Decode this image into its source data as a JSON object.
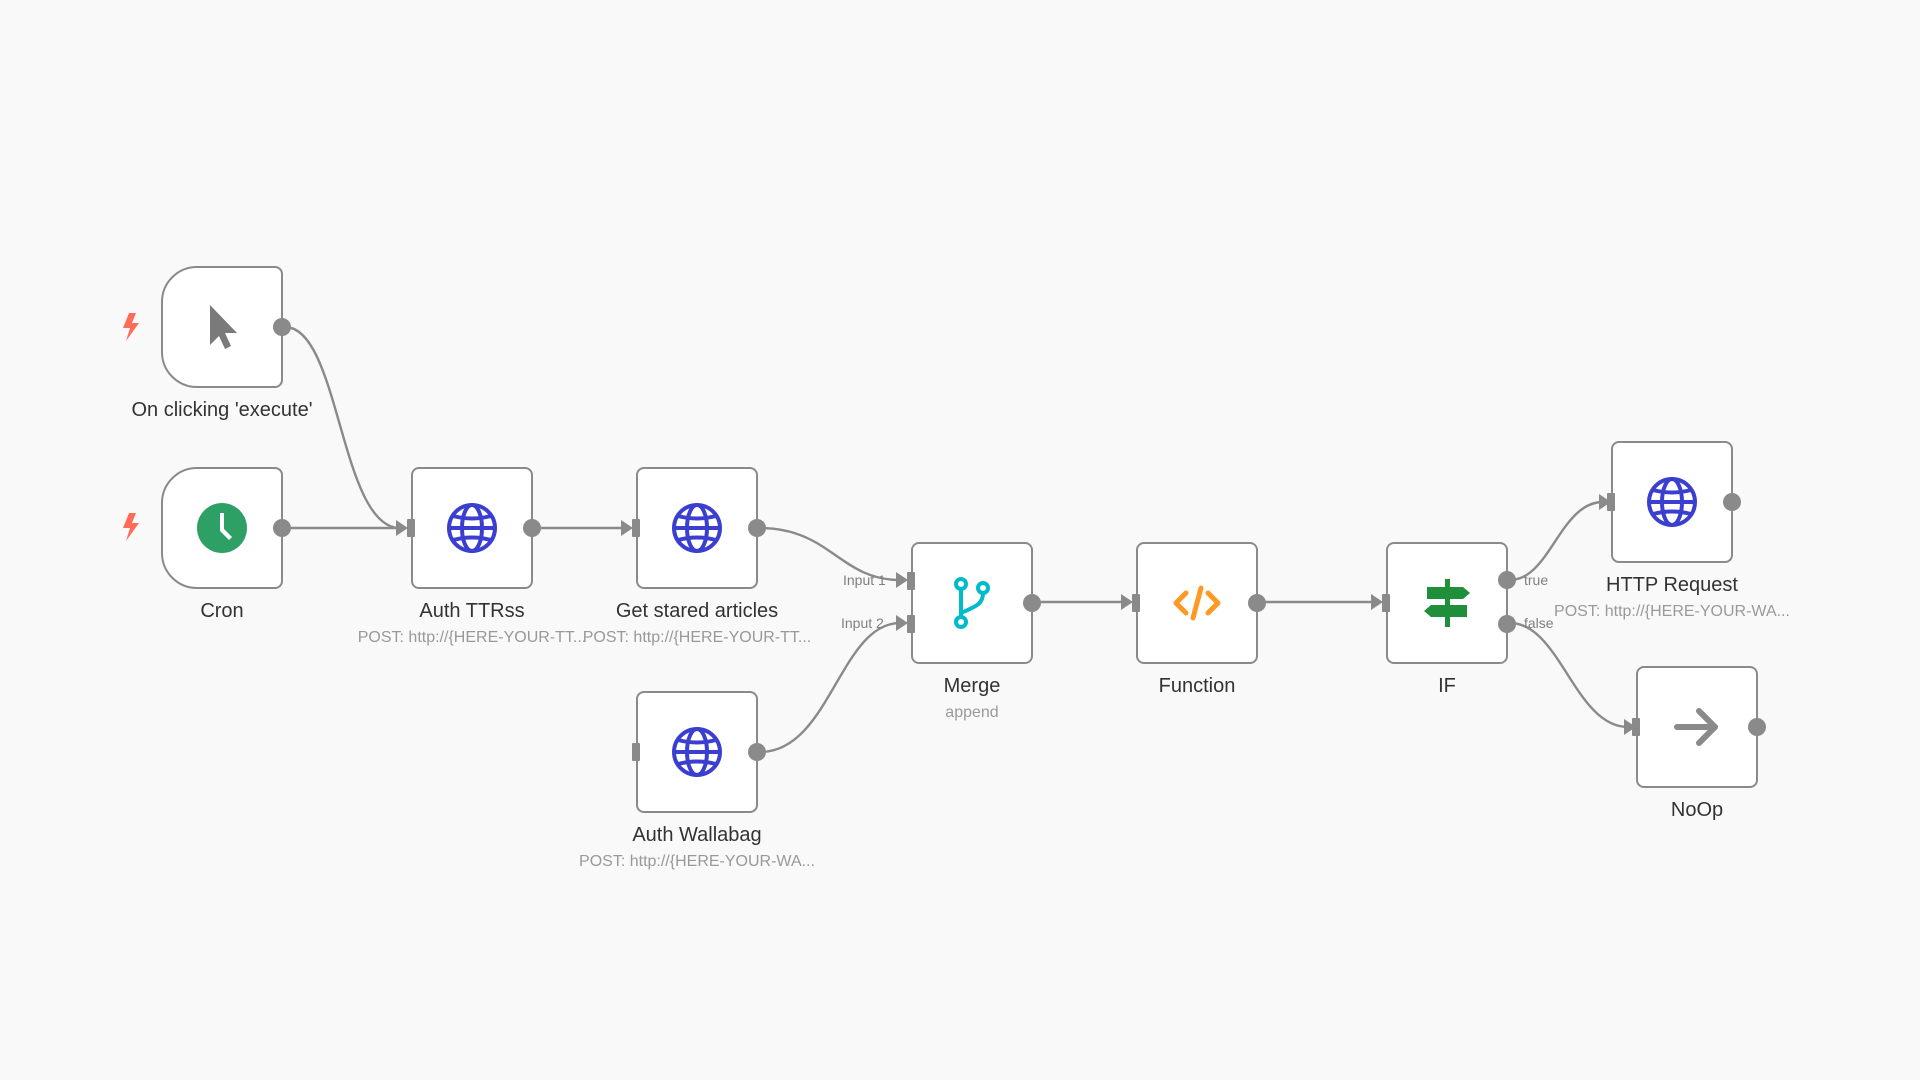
{
  "workflow": {
    "nodes": {
      "manual_trigger": {
        "title": "On clicking 'execute'",
        "icon": "cursor-arrow-icon"
      },
      "cron": {
        "title": "Cron",
        "icon": "clock-icon"
      },
      "auth_ttrss": {
        "title": "Auth TTRss",
        "subtitle": "POST: http://{HERE-YOUR-TT...",
        "icon": "globe-icon"
      },
      "get_stared": {
        "title": "Get stared articles",
        "subtitle": "POST: http://{HERE-YOUR-TT...",
        "icon": "globe-icon"
      },
      "auth_wallabag": {
        "title": "Auth Wallabag",
        "subtitle": "POST: http://{HERE-YOUR-WA...",
        "icon": "globe-icon"
      },
      "merge": {
        "title": "Merge",
        "subtitle": "append",
        "input1": "Input 1",
        "input2": "Input 2",
        "icon": "merge-branch-icon"
      },
      "function": {
        "title": "Function",
        "icon": "code-icon"
      },
      "if": {
        "title": "IF",
        "true_label": "true",
        "false_label": "false",
        "icon": "signpost-icon"
      },
      "http_request": {
        "title": "HTTP Request",
        "subtitle": "POST: http://{HERE-YOUR-WA...",
        "icon": "globe-icon"
      },
      "noop": {
        "title": "NoOp",
        "icon": "arrow-right-icon"
      }
    },
    "connections": [
      [
        "manual_trigger",
        "auth_ttrss"
      ],
      [
        "cron",
        "auth_ttrss"
      ],
      [
        "auth_ttrss",
        "get_stared"
      ],
      [
        "get_stared",
        "merge.input1"
      ],
      [
        "auth_wallabag",
        "merge.input2"
      ],
      [
        "merge",
        "function"
      ],
      [
        "function",
        "if"
      ],
      [
        "if.true",
        "http_request"
      ],
      [
        "if.false",
        "noop"
      ]
    ]
  },
  "colors": {
    "canvas": "#f9f9f9",
    "node_border": "#8a8a8a",
    "connection": "#8a8a8a",
    "trigger_bolt": "#ff6d5a",
    "globe": "#3b3fd0",
    "clock": "#2fa065",
    "merge": "#00bbcc",
    "code": "#ff9922",
    "signpost": "#1f8f3c",
    "cursor": "#7a7a7a",
    "noop_arrow": "#8a8a8a"
  }
}
